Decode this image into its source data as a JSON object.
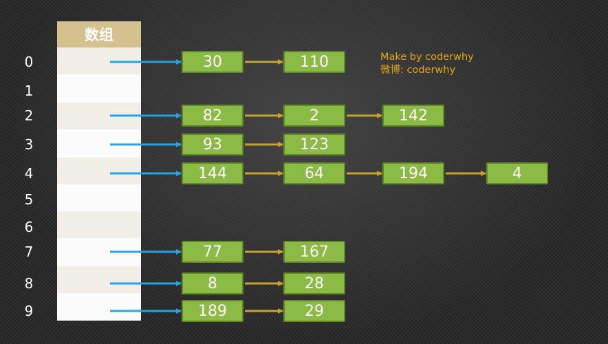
{
  "array": {
    "title": "数组",
    "indices": [
      "0",
      "1",
      "2",
      "3",
      "4",
      "5",
      "6",
      "7",
      "8",
      "9"
    ]
  },
  "buckets": [
    {
      "index": "0",
      "nodes": [
        "30",
        "110"
      ]
    },
    {
      "index": "1",
      "nodes": []
    },
    {
      "index": "2",
      "nodes": [
        "82",
        "2",
        "142"
      ]
    },
    {
      "index": "3",
      "nodes": [
        "93",
        "123"
      ]
    },
    {
      "index": "4",
      "nodes": [
        "144",
        "64",
        "194",
        "4"
      ]
    },
    {
      "index": "5",
      "nodes": []
    },
    {
      "index": "6",
      "nodes": []
    },
    {
      "index": "7",
      "nodes": [
        "77",
        "167"
      ]
    },
    {
      "index": "8",
      "nodes": [
        "8",
        "28"
      ]
    },
    {
      "index": "9",
      "nodes": [
        "189",
        "29"
      ]
    }
  ],
  "credit": {
    "line1": "Make by coderwhy",
    "line2": "微博: coderwhy"
  },
  "colors": {
    "header": "#d4c18e",
    "node_fill": "#8cbb45",
    "node_border": "#5f8a26",
    "pointer_arrow": "#1ea7e8",
    "link_arrow": "#c9a42c",
    "credit_text": "#e3a80e"
  }
}
